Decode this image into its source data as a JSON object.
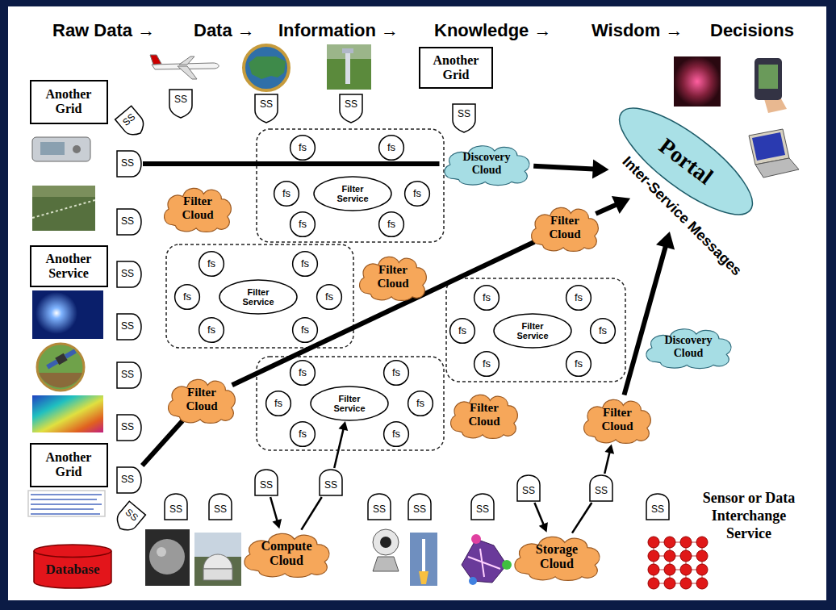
{
  "diagram": {
    "nodes": [
      {
        "text": [
          "Another Grid"
        ]
      },
      {
        "text": [
          "SS"
        ]
      },
      {
        "text": [
          "SS"
        ]
      },
      {
        "text": [
          "SS"
        ]
      },
      {
        "text": [
          "SS"
        ]
      },
      {
        "text": [
          "Another Grid"
        ]
      },
      {
        "text": [
          "SS"
        ]
      },
      {
        "text": [
          "Portal",
          "Inter-Service Messages"
        ]
      },
      {
        "text": [
          "SS"
        ]
      },
      {
        "text": [
          "Filter Cloud"
        ]
      },
      {
        "text": [
          "Filter Service"
        ]
      },
      {
        "text": [
          "fs"
        ]
      },
      {
        "text": [
          "fs"
        ]
      },
      {
        "text": [
          "fs"
        ]
      },
      {
        "text": [
          "fs"
        ]
      },
      {
        "text": [
          "fs"
        ]
      },
      {
        "text": [
          "fs"
        ]
      },
      {
        "text": [
          "Discovery Cloud"
        ]
      },
      {
        "text": [
          "SS"
        ]
      },
      {
        "text": [
          "Filter Cloud"
        ]
      },
      {
        "text": [
          "Another Service"
        ]
      },
      {
        "text": [
          "SS"
        ]
      },
      {
        "text": [
          "Filter Service"
        ]
      },
      {
        "text": [
          "fs"
        ]
      },
      {
        "text": [
          "fs"
        ]
      },
      {
        "text": [
          "fs"
        ]
      },
      {
        "text": [
          "fs"
        ]
      },
      {
        "text": [
          "fs"
        ]
      },
      {
        "text": [
          "fs"
        ]
      },
      {
        "text": [
          "Filter Cloud"
        ]
      },
      {
        "text": [
          "Filter Service"
        ]
      },
      {
        "text": [
          "fs"
        ]
      },
      {
        "text": [
          "fs"
        ]
      },
      {
        "text": [
          "fs"
        ]
      },
      {
        "text": [
          "fs"
        ]
      },
      {
        "text": [
          "fs"
        ]
      },
      {
        "text": [
          "fs"
        ]
      },
      {
        "text": [
          "SS"
        ]
      },
      {
        "text": [
          "Discovery Cloud"
        ]
      },
      {
        "text": [
          "SS"
        ]
      },
      {
        "text": [
          "Filter Cloud"
        ]
      },
      {
        "text": [
          "Filter Service"
        ]
      },
      {
        "text": [
          "fs"
        ]
      },
      {
        "text": [
          "fs"
        ]
      },
      {
        "text": [
          "fs"
        ]
      },
      {
        "text": [
          "fs"
        ]
      },
      {
        "text": [
          "fs"
        ]
      },
      {
        "text": [
          "fs"
        ]
      },
      {
        "text": [
          "Filter Cloud"
        ]
      },
      {
        "text": [
          "Filter Cloud"
        ]
      },
      {
        "text": [
          "SS"
        ]
      },
      {
        "text": [
          "Another Grid"
        ]
      },
      {
        "text": [
          "SS"
        ]
      },
      {
        "text": [
          "SS"
        ]
      },
      {
        "text": [
          "SS"
        ]
      },
      {
        "text": [
          "SS"
        ]
      },
      {
        "text": [
          "SS"
        ]
      },
      {
        "text": [
          "SS"
        ]
      },
      {
        "text": [
          "SS"
        ]
      },
      {
        "text": [
          "SS"
        ]
      },
      {
        "text": [
          "SS"
        ]
      },
      {
        "text": [
          "SS"
        ]
      },
      {
        "text": [
          "SS"
        ]
      },
      {
        "text": [
          "SS"
        ]
      },
      {
        "text": [
          "Compute Cloud"
        ]
      },
      {
        "text": [
          "Storage Cloud"
        ]
      },
      {
        "text": [
          "Database"
        ]
      }
    ],
    "edges": [
      {
        "from": 8,
        "to": 17,
        "arrow": "none"
      },
      {
        "from": 17,
        "to": 7,
        "arrow": "to"
      },
      {
        "from": 52,
        "to": 40,
        "arrow": "none"
      },
      {
        "from": 40,
        "to": 19,
        "arrow": "none"
      },
      {
        "from": 19,
        "to": 7,
        "arrow": "to"
      },
      {
        "from": 53,
        "to": 64,
        "arrow": "to"
      },
      {
        "from": 64,
        "to": 54,
        "arrow": "none"
      },
      {
        "from": 54,
        "to": 41,
        "arrow": "to"
      },
      {
        "from": 55,
        "to": 65,
        "arrow": "to"
      },
      {
        "from": 65,
        "to": 56,
        "arrow": "none"
      },
      {
        "from": 56,
        "to": 49,
        "arrow": "to"
      },
      {
        "from": 49,
        "to": 7,
        "arrow": "to"
      }
    ],
    "labels": [
      "Raw Data →",
      "Data →",
      "Information →",
      "Knowledge →",
      "Wisdom →",
      "Decisions",
      "Sensor or Data Interchange Service"
    ]
  }
}
